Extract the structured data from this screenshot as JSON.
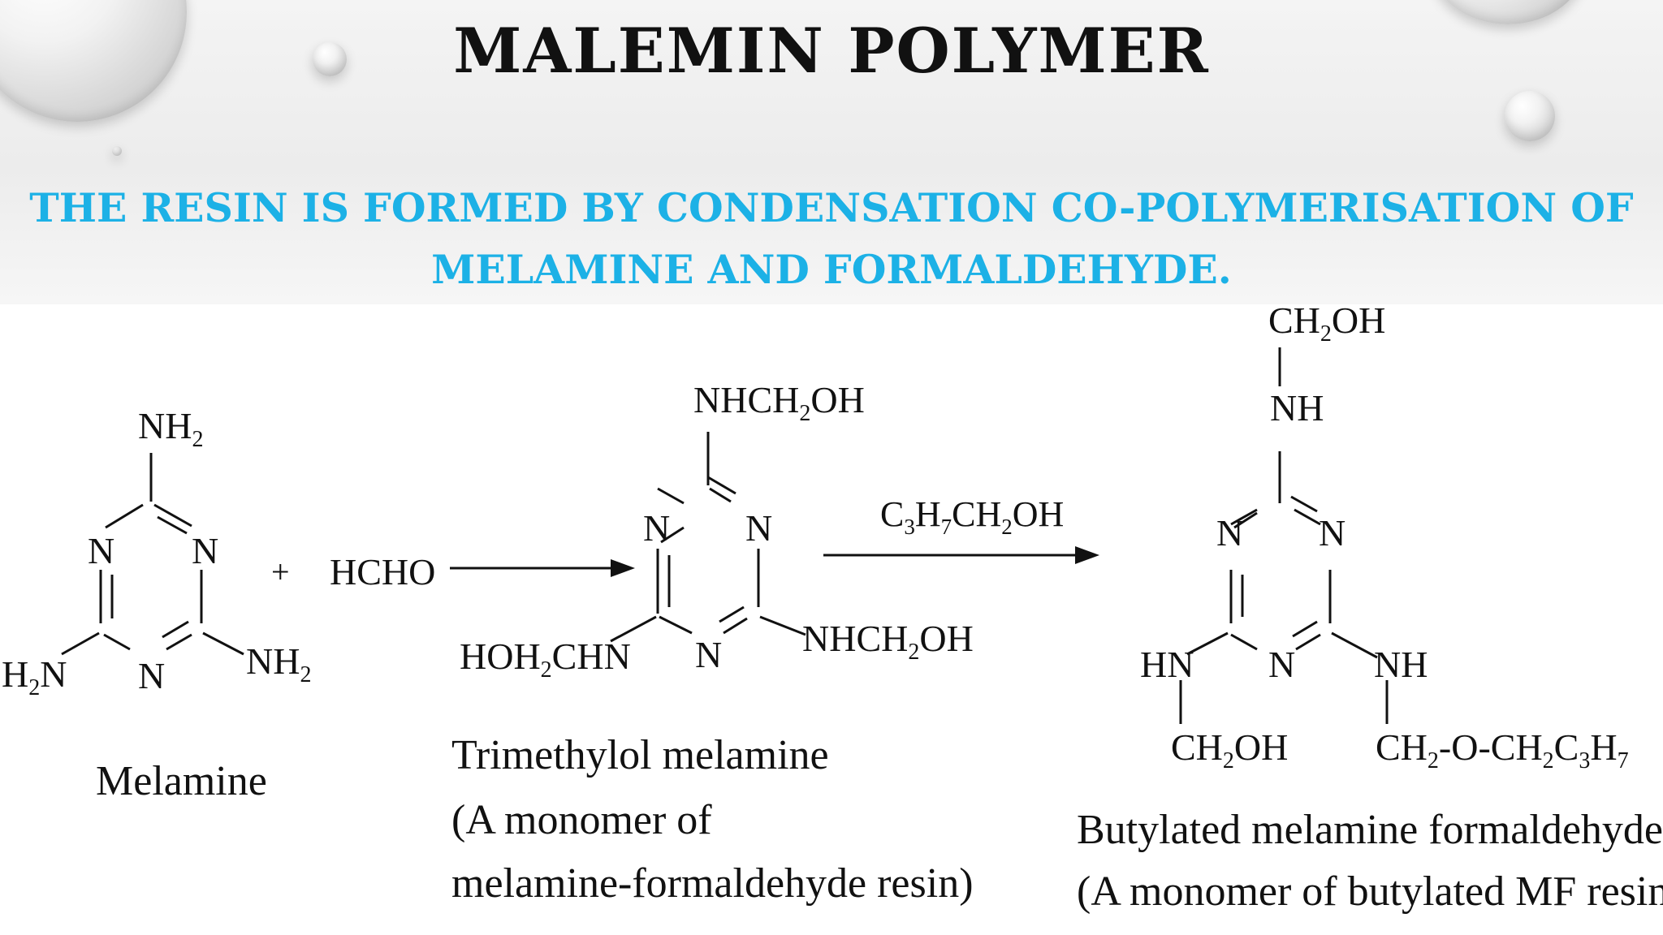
{
  "slide": {
    "title": "MALEMIN POLYMER",
    "subtitle_line1": "The resin is formed by condensation co-polymerisation of",
    "subtitle_line2": "melamine and formaldehyde.",
    "colors": {
      "title": "#111111",
      "subtitle": "#1cb1e6"
    }
  },
  "reaction": {
    "plus": "+",
    "reagent1": "HCHO",
    "reagent2": {
      "main": "C",
      "s1": "3",
      "m2": "H",
      "s2": "7",
      "m3": "CH",
      "s3": "2",
      "m4": "OH"
    },
    "melamine": {
      "ring_n": "N",
      "nh2": "NH",
      "sub2": "2",
      "h2n_h": "H",
      "caption": "Melamine"
    },
    "trimethylol": {
      "ring_n": "N",
      "nhch2oh_a": "NHCH",
      "nhch2oh_b": "OH",
      "hoh2chn_a": "HOH",
      "hoh2chn_b": "CHN",
      "sub2": "2",
      "caption_line1": "Trimethylol melamine",
      "caption_line2": "(A monomer of",
      "caption_line3": "melamine-formaldehyde resin)"
    },
    "butylated": {
      "ring_n": "N",
      "ch2oh_a": "CH",
      "ch2oh_b": "OH",
      "nh": "NH",
      "hn": "HN",
      "ether_a": "CH",
      "ether_b": "-O-CH",
      "ether_c": "C",
      "ether_d": "H",
      "s2": "2",
      "s3": "3",
      "s7": "7",
      "caption_line1": "Butylated melamine formaldehyde",
      "caption_line2": "(A monomer of butylated MF resin)"
    }
  }
}
